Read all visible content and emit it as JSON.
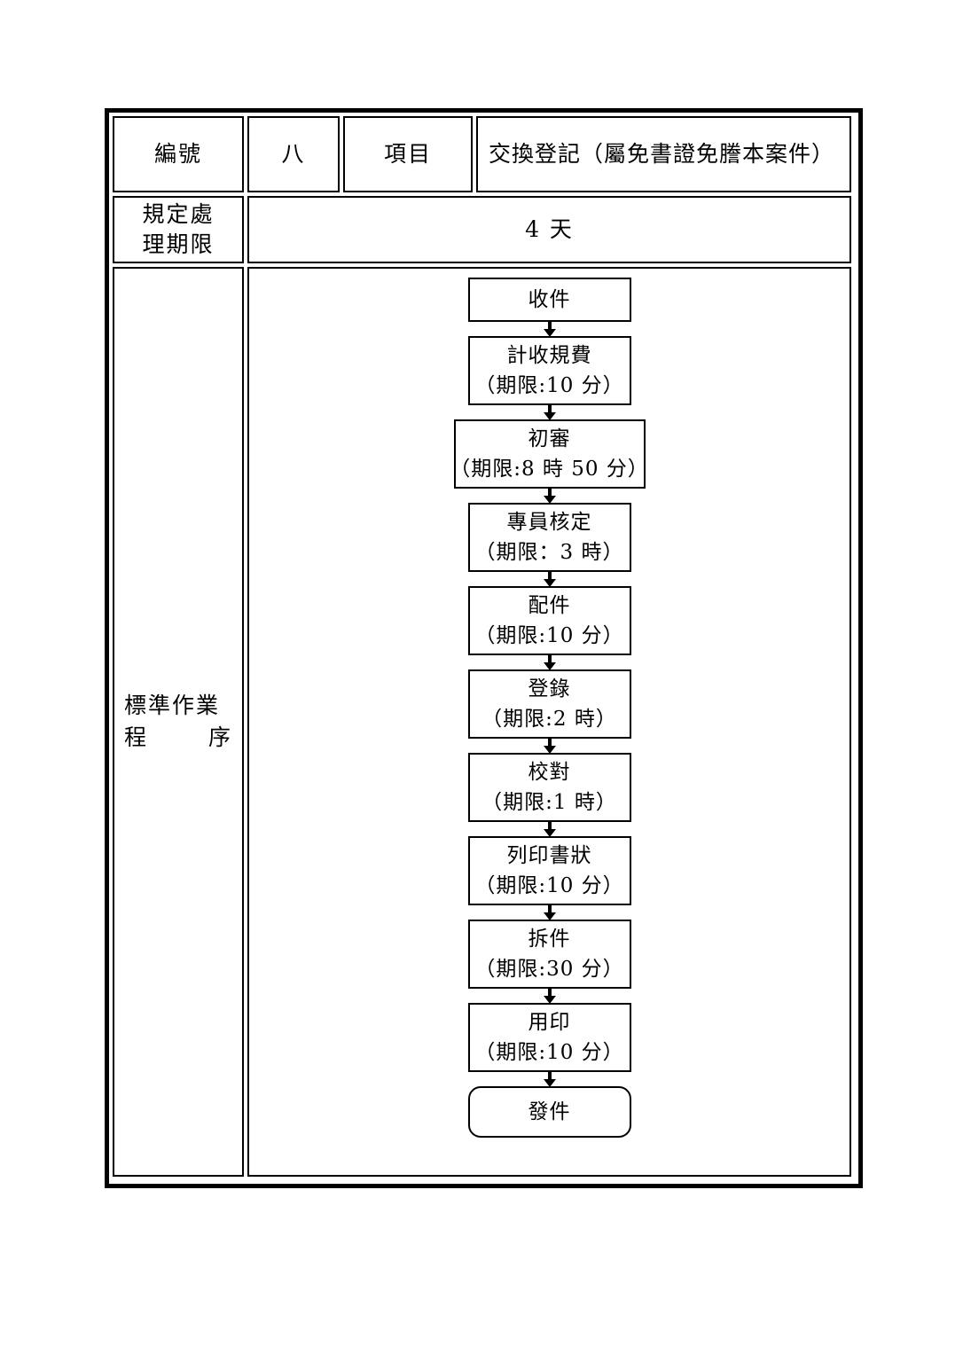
{
  "document": {
    "header": {
      "number_label": "編號",
      "number_value": "八",
      "item_label": "項目",
      "item_value": "交換登記（屬免書證免謄本案件）"
    },
    "deadline": {
      "label_line1": "規定處",
      "label_line2": "理期限",
      "value": "4 天"
    },
    "sop": {
      "label_line1": "標準作業",
      "label_line2_a": "程",
      "label_line2_b": "序"
    }
  },
  "chart_data": {
    "type": "flowchart",
    "title": "交換登記（屬免書證免謄本案件）標準作業程序",
    "orientation": "vertical",
    "total_deadline": "4 天",
    "nodes": [
      {
        "id": "n1",
        "label": "收件",
        "duration": "",
        "shape": "rect",
        "lines": 1
      },
      {
        "id": "n2",
        "label": "計收規費",
        "duration": "（期限:10 分）",
        "shape": "rect",
        "lines": 2
      },
      {
        "id": "n3",
        "label": "初審",
        "duration": "（期限:8 時 50 分）",
        "shape": "rect-wide",
        "lines": 2
      },
      {
        "id": "n4",
        "label": "專員核定",
        "duration": "（期限：3 時）",
        "shape": "rect",
        "lines": 2
      },
      {
        "id": "n5",
        "label": "配件",
        "duration": "（期限:10 分）",
        "shape": "rect",
        "lines": 2
      },
      {
        "id": "n6",
        "label": "登錄",
        "duration": "（期限:2 時）",
        "shape": "rect",
        "lines": 2
      },
      {
        "id": "n7",
        "label": "校對",
        "duration": "（期限:1 時）",
        "shape": "rect",
        "lines": 2
      },
      {
        "id": "n8",
        "label": "列印書狀",
        "duration": "（期限:10 分）",
        "shape": "rect",
        "lines": 2
      },
      {
        "id": "n9",
        "label": "拆件",
        "duration": "（期限:30 分）",
        "shape": "rect",
        "lines": 2
      },
      {
        "id": "n10",
        "label": "用印",
        "duration": "（期限:10 分）",
        "shape": "rect",
        "lines": 2
      },
      {
        "id": "n11",
        "label": "發件",
        "duration": "",
        "shape": "rounded",
        "lines": 1
      }
    ],
    "edges": [
      {
        "from": "n1",
        "to": "n2",
        "marker": "arrow-down"
      },
      {
        "from": "n2",
        "to": "n3",
        "marker": "arrow-down"
      },
      {
        "from": "n3",
        "to": "n4",
        "marker": "arrow-down"
      },
      {
        "from": "n4",
        "to": "n5",
        "marker": "arrow-down"
      },
      {
        "from": "n5",
        "to": "n6",
        "marker": "arrow-down"
      },
      {
        "from": "n6",
        "to": "n7",
        "marker": "arrow-down"
      },
      {
        "from": "n7",
        "to": "n8",
        "marker": "arrow-down"
      },
      {
        "from": "n8",
        "to": "n9",
        "marker": "arrow-down"
      },
      {
        "from": "n9",
        "to": "n10",
        "marker": "arrow-down"
      },
      {
        "from": "n10",
        "to": "n11",
        "marker": "arrow-down"
      }
    ]
  }
}
